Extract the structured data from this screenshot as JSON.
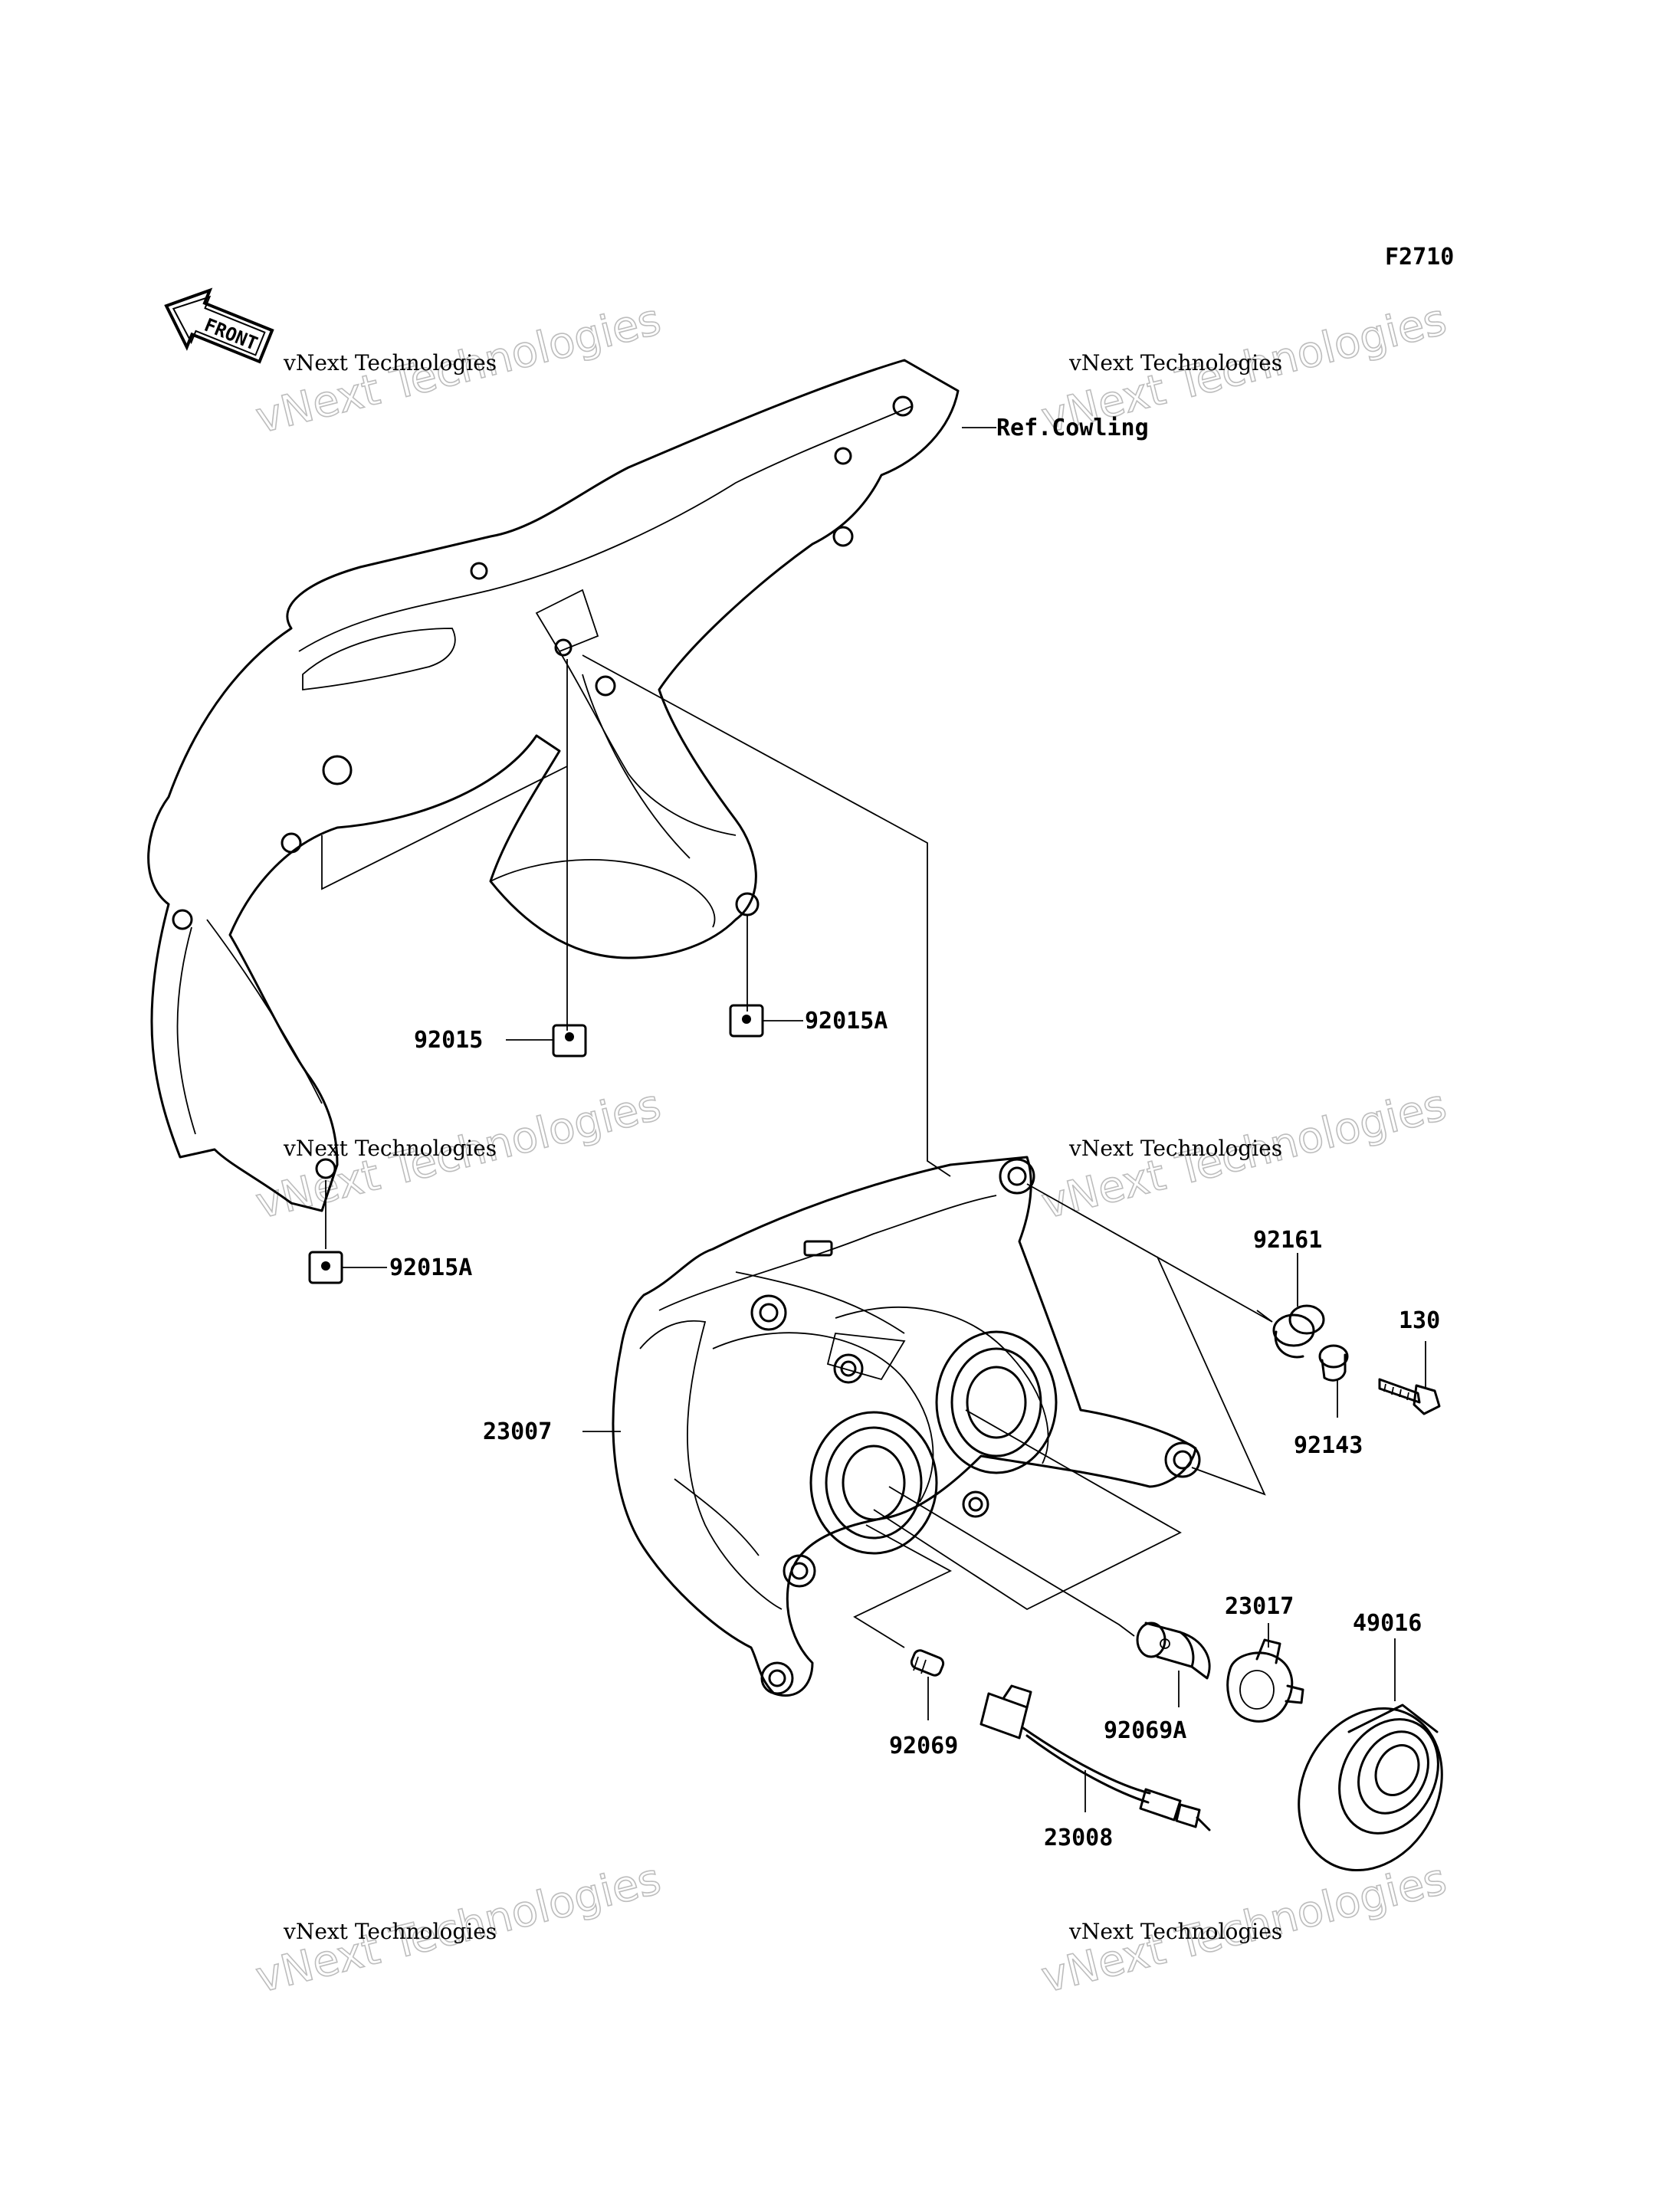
{
  "diagram": {
    "figure_code": "F2710",
    "front_badge": "FRONT",
    "reference_note": "Ref.Cowling",
    "watermark_line1": "vNext Technologies",
    "watermark_line2": "vNext Technologies",
    "parts": {
      "p92015": "92015",
      "p92015A_top": "92015A",
      "p92015A_bottom": "92015A",
      "p23007": "23007",
      "p92161": "92161",
      "p130": "130",
      "p92143": "92143",
      "p23017": "23017",
      "p49016": "49016",
      "p92069A": "92069A",
      "p92069": "92069",
      "p23008": "23008"
    }
  }
}
